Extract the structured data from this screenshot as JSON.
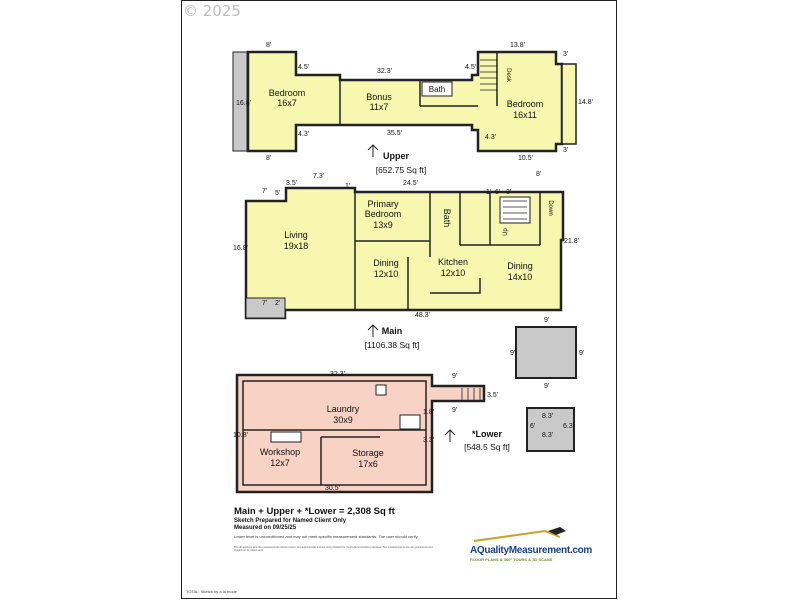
{
  "copyright": "© 2025",
  "levels": {
    "upper": {
      "name": "Upper",
      "area": "[652.75 Sq ft]"
    },
    "main": {
      "name": "Main",
      "area": "[1106.38 Sq ft]"
    },
    "lower": {
      "name": "*Lower",
      "area": "[548.5 Sq ft]"
    }
  },
  "rooms": {
    "upper_bedroom_w": {
      "name": "Bedroom",
      "size": "16x7"
    },
    "upper_bonus": {
      "name": "Bonus",
      "size": "11x7"
    },
    "upper_bath": {
      "name": "Bath"
    },
    "upper_desk": {
      "name": "Desk"
    },
    "upper_bedroom_e": {
      "name": "Bedroom",
      "size": "16x11"
    },
    "living": {
      "name": "Living",
      "size": "19x18"
    },
    "primary_bedroom": {
      "line1": "Primary",
      "line2": "Bedroom",
      "size": "13x9"
    },
    "main_bath": {
      "name": "Bath"
    },
    "up": {
      "name": "Up"
    },
    "down": {
      "name": "Down"
    },
    "dining_w": {
      "name": "Dining",
      "size": "12x10"
    },
    "kitchen": {
      "name": "Kitchen",
      "size": "12x10"
    },
    "dining_e": {
      "name": "Dining",
      "size": "14x10"
    },
    "laundry": {
      "name": "Laundry",
      "size": "30x9"
    },
    "workshop": {
      "name": "Workshop",
      "size": "12x7"
    },
    "storage": {
      "name": "Storage",
      "size": "17x6"
    }
  },
  "dims": {
    "u1": "8'",
    "u2": "4.5'",
    "u3": "32.3'",
    "u4": "4.5'",
    "u5": "13.8'",
    "u6": "3'",
    "u7": "16.8'",
    "u8": "14.8'",
    "u9": "4.3'",
    "u10": "35.5'",
    "u11": "4.3'",
    "u12": "8'",
    "u13": "10.5'",
    "u14": "3'",
    "m1": "7.3'",
    "m2": "3.5'",
    "m3": "7'",
    "m4": "5'",
    "m5": "1'",
    "m6": "24.5'",
    "m7": "8'",
    "m8": "1'",
    "m9": "6'",
    "m10": "3'",
    "m11": "16.8'",
    "m12": "21.8'",
    "m13": "7'",
    "m14": "2'",
    "m15": "48.3'",
    "s1": "9'",
    "s2": "9'",
    "s3": "9'",
    "s4": "9'",
    "l1": "32.3'",
    "l2": "9'",
    "l3": "3.5'",
    "l4": "9'",
    "l5": "10.8'",
    "l6": "1.8'",
    "l7": "3.3'",
    "l8": "30.5'",
    "t1": "8.3'",
    "t2": "8.3'",
    "t3": "6'",
    "t4": "6.3'"
  },
  "summary": "Main + Upper + *Lower = 2,308 Sq ft",
  "prepared": "Sketch Prepared for Named Client Only",
  "measured": "Measured on 09/25/25",
  "disclaimer": "Lower level is unconditioned and may not meet specific measurement standards. The user should verify.",
  "fine_print": "The dimensions and the measurements shown herein, are approximate and are only provided for rough demonstration purposes. The measurements are not guaranteed and should not be relied upon.",
  "logo": {
    "name": "AQualityMeasurement.com",
    "tagline": "FLOOR PLANS & 360° TOURS & 3D SCANS"
  },
  "footer": "TOTAL: Sketch by a la mode",
  "colors": {
    "room_fill": "#f7f7b0",
    "lower_fill": "#f8d2c4",
    "patio_fill": "#c9c9c9",
    "wall": "#222222",
    "logo_blue": "#1a3f8f"
  }
}
